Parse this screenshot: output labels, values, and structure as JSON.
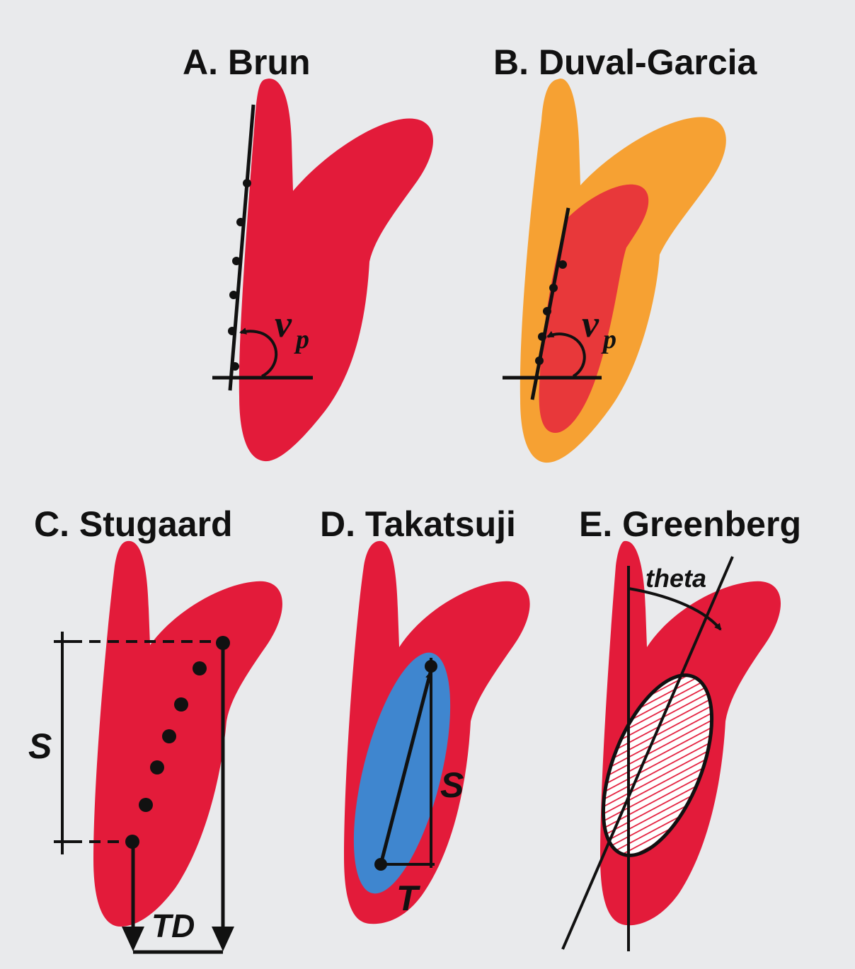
{
  "colors": {
    "background": "#e9eaec",
    "lesion_red": "#e31b3a",
    "halo_orange": "#f6a133",
    "inner_red": "#e8383a",
    "blue_core": "#3f86cf",
    "line": "#111111"
  },
  "panels": {
    "a": {
      "title": "A. Brun",
      "angle_symbol": "v",
      "angle_subscript": "p"
    },
    "b": {
      "title": "B. Duval-Garcia",
      "angle_symbol": "v",
      "angle_subscript": "p"
    },
    "c": {
      "title": "C. Stugaard",
      "span_label": "S",
      "distance_label": "TD"
    },
    "d": {
      "title": "D. Takatsuji",
      "span_label": "S",
      "travel_label": "T"
    },
    "e": {
      "title": "E. Greenberg",
      "angle_label": "theta"
    }
  }
}
